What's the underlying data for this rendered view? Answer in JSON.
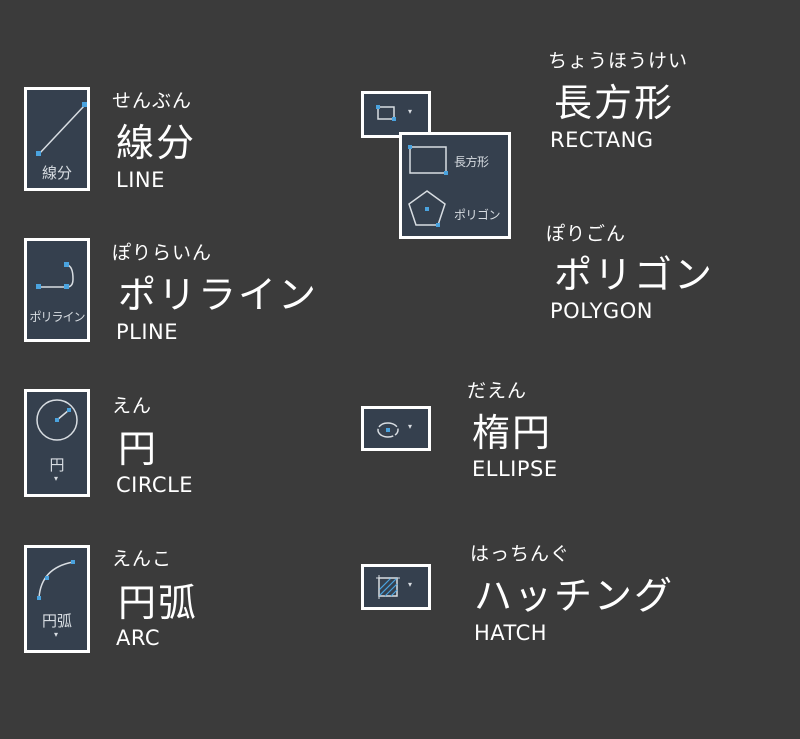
{
  "commands": {
    "line": {
      "ruby": "せんぶん",
      "jp": "線分",
      "en": "LINE",
      "icon_label": "線分"
    },
    "polyline": {
      "ruby": "ぽりらいん",
      "jp": "ポリライン",
      "en": "PLINE",
      "icon_label": "ポリライン"
    },
    "circle": {
      "ruby": "えん",
      "jp": "円",
      "en": "CIRCLE",
      "icon_label": "円",
      "caret": "▾"
    },
    "arc": {
      "ruby": "えんこ",
      "jp": "円弧",
      "en": "ARC",
      "icon_label": "円弧",
      "caret": "▾"
    },
    "rectangle": {
      "ruby": "ちょうほうけい",
      "jp": "長方形",
      "en": "RECTANG",
      "caret": "▾"
    },
    "polygon": {
      "ruby": "ぽりごん",
      "jp": "ポリゴン",
      "en": "POLYGON"
    },
    "ellipse": {
      "ruby": "だえん",
      "jp": "楕円",
      "en": "ELLIPSE",
      "caret": "▾"
    },
    "hatch": {
      "ruby": "はっちんぐ",
      "jp": "ハッチング",
      "en": "HATCH",
      "caret": "▾"
    }
  },
  "popup": {
    "rectangle_label": "長方形",
    "polygon_label": "ポリゴン"
  },
  "colors": {
    "background": "#3b3b3b",
    "button_fill": "#35404e",
    "icon_stroke": "#d8dde2",
    "grip_accent": "#4aa3df"
  }
}
